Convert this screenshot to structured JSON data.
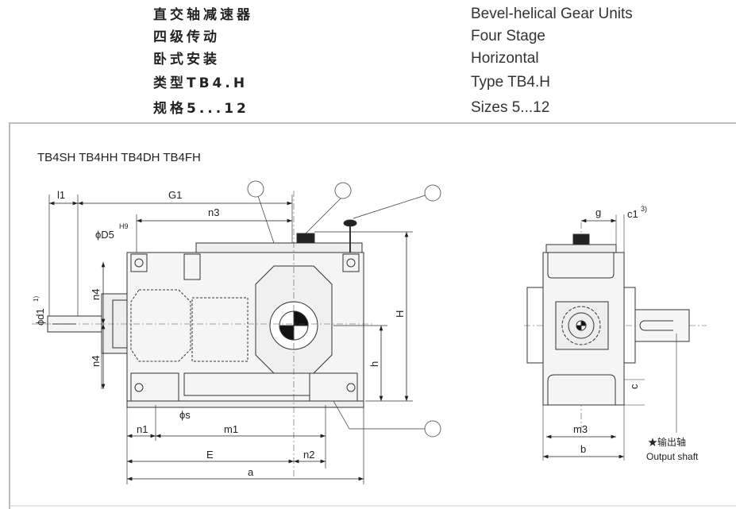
{
  "header": {
    "cn": [
      "直交轴减速器",
      "四级传动",
      "卧式安装",
      "类型TB4.H",
      "规格5...12"
    ],
    "en": [
      "Bevel-helical Gear Units",
      "Four Stage",
      "Horizontal",
      "Type TB4.H",
      "Sizes 5...12"
    ]
  },
  "drawing": {
    "variants": "TB4SH  TB4HH  TB4DH  TB4FH",
    "labels": {
      "l1": "l1",
      "G1": "G1",
      "n3": "n3",
      "D5": "ϕD5",
      "D5_tol": "H9",
      "d1": "ϕd1",
      "d1_note": "1)",
      "n4_top": "n4",
      "n4_bottom": "n4",
      "H": "H",
      "h": "h",
      "s": "ϕs",
      "n1": "n1",
      "m1": "m1",
      "E": "E",
      "n2": "n2",
      "a": "a",
      "g": "g",
      "c1": "c1",
      "c1_note": "3)",
      "c": "c",
      "m3": "m3",
      "b": "b",
      "output_cn": "★输出轴",
      "output_en": "Output shaft"
    }
  }
}
